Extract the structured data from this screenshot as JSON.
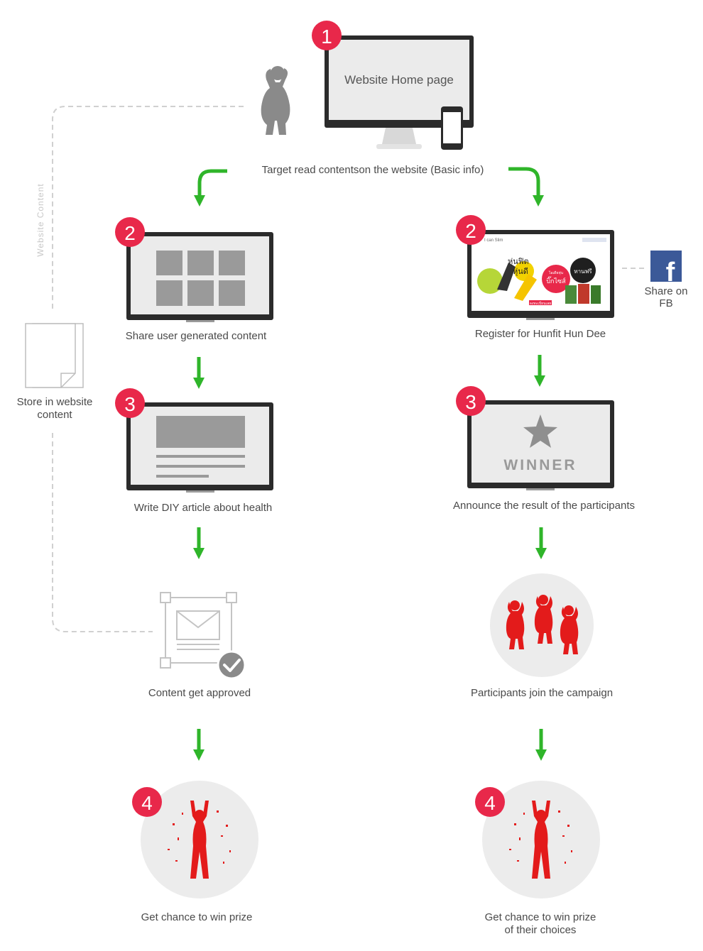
{
  "side_label": "Website Content",
  "steps": {
    "home_monitor_text": "Website Home page",
    "target_read": "Target read contentson the website (Basic info)",
    "share_ugc": "Share user generated content",
    "register": "Register for Hunfit Hun Dee",
    "write_diy": "Write DIY article about health",
    "announce": "Announce the result of the participants",
    "approved": "Content get approved",
    "join": "Participants join the campaign",
    "win_left": "Get chance to win prize",
    "win_right_1": "Get chance to win prize",
    "win_right_2": "of their choices",
    "winner_text": "WINNER"
  },
  "side": {
    "store_1": "Store in website",
    "store_2": "content",
    "share_fb_1": "Share on",
    "share_fb_2": "FB",
    "fb_letter": "f"
  },
  "badges": {
    "b1": "1",
    "b2_left": "2",
    "b2_right": "2",
    "b3_left": "3",
    "b3_right": "3",
    "b4_left": "4",
    "b4_right": "4"
  },
  "banner": {
    "brand": "I can Slim",
    "promo_1": "หุ่นฟิต",
    "promo_2": "หุ่นดี",
    "promo_3": "ไอเดียหุ่น",
    "promo_4": "บิ๊กไซส์",
    "promo_5": "ทานฟรี",
    "cta": "ลงทะเบียนเลย"
  },
  "colors": {
    "badge": "#e8284a",
    "arrow": "#2fb52a",
    "figure_red": "#e31b1b",
    "facebook": "#3b5998",
    "circle_bg": "#ececec"
  }
}
